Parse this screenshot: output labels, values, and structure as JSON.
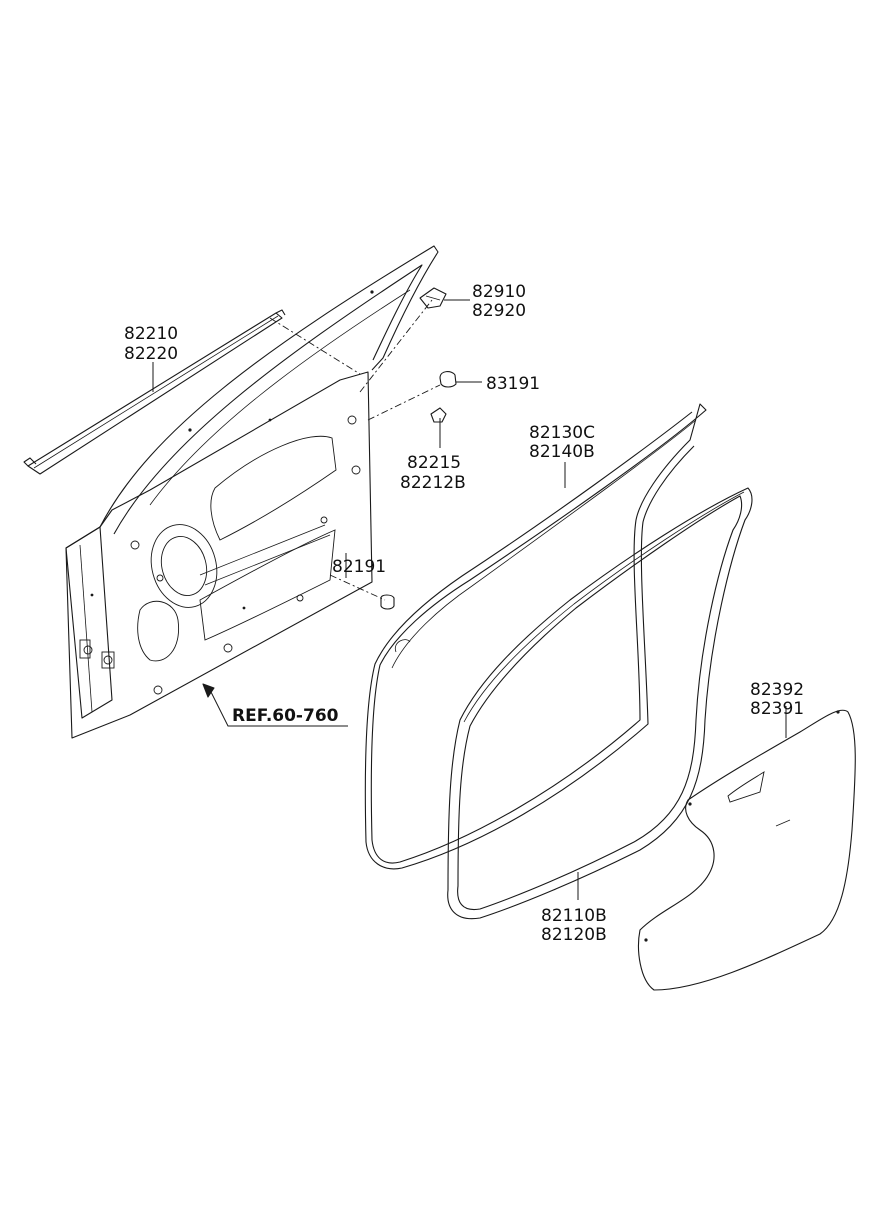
{
  "labels": {
    "garnish_upper": "82210",
    "garnish_lower": "82220",
    "bracket_upper": "82910",
    "bracket_lower": "82920",
    "plug": "83191",
    "clip_upper": "82215",
    "clip_lower": "82212B",
    "stopper": "82191",
    "weatherstrip_side_upper": "82130C",
    "weatherstrip_side_lower": "82140B",
    "weatherstrip_body_upper": "82110B",
    "weatherstrip_body_lower": "82120B",
    "sealing_cover_upper": "82392",
    "sealing_cover_lower": "82391",
    "reference": "REF.60-760"
  }
}
